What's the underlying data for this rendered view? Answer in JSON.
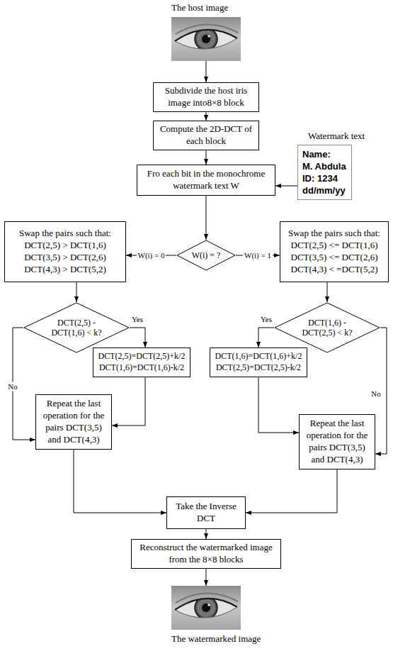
{
  "diagram": {
    "nodes": [
      {
        "text": [
          "The host image"
        ]
      },
      {
        "text": [
          "Subdivide the host iris image into8×8 block"
        ]
      },
      {
        "text": [
          "Compute the 2D-DCT of each block"
        ]
      },
      {
        "text": [
          "Watermark text",
          "Name:",
          "M. Abdula",
          "ID: 1234",
          "dd/mm/yy"
        ]
      },
      {
        "text": [
          "Fro each bit in the monochrome watermark text W"
        ]
      },
      {
        "text": [
          "Swap the pairs such that:",
          "DCT(2,5) > DCT(1,6)",
          "DCT(3,5) > DCT(2,6)",
          "DCT(4,3) > DCT(5,2)"
        ]
      },
      {
        "text": [
          "W(i) = ?"
        ]
      },
      {
        "text": [
          "Swap the pairs such that:",
          "DCT(2,5) <= DCT(1,6)",
          "DCT(3,5) <= DCT(2,6)",
          "DCT(4,3) < =DCT(5,2)"
        ]
      },
      {
        "text": [
          "DCT(2,5) - DCT(1,6) < k?"
        ]
      },
      {
        "text": [
          "DCT(1,6) - DCT(2,5) < k?"
        ]
      },
      {
        "text": [
          "DCT(2,5)=DCT(2,5)+k/2",
          "DCT(1,6)=DCT(1,6)-k/2"
        ]
      },
      {
        "text": [
          "DCT(1,6)=DCT(1,6)+k/2",
          "DCT(2,5)=DCT(2,5)-k/2"
        ]
      },
      {
        "text": [
          "Repeat the last operation for the pairs DCT(3,5) and DCT(4,3)"
        ]
      },
      {
        "text": [
          "Repeat the last operation for the pairs DCT(3,5) and DCT(4,3)"
        ]
      },
      {
        "text": [
          "Take the Inverse DCT"
        ]
      },
      {
        "text": [
          "Reconstruct the watermarked image from the 8×8 blocks"
        ]
      },
      {
        "text": [
          "The watermarked image"
        ]
      }
    ],
    "edges": [
      {
        "from": 0,
        "to": 1,
        "arrow": "to"
      },
      {
        "from": 1,
        "to": 2,
        "arrow": "to"
      },
      {
        "from": 2,
        "to": 4,
        "arrow": "to"
      },
      {
        "from": 3,
        "to": 4,
        "arrow": "to"
      },
      {
        "from": 4,
        "to": 6,
        "arrow": "to"
      },
      {
        "from": 6,
        "to": 5,
        "label": "W(i) = 0",
        "arrow": "to"
      },
      {
        "from": 6,
        "to": 7,
        "label": "W(i) = 1",
        "arrow": "to"
      },
      {
        "from": 5,
        "to": 8,
        "arrow": "to"
      },
      {
        "from": 7,
        "to": 9,
        "arrow": "to"
      },
      {
        "from": 8,
        "to": 10,
        "label": "Yes",
        "arrow": "to"
      },
      {
        "from": 8,
        "to": 12,
        "label": "No",
        "arrow": "to"
      },
      {
        "from": 9,
        "to": 11,
        "label": "Yes",
        "arrow": "to"
      },
      {
        "from": 9,
        "to": 13,
        "label": "No",
        "arrow": "to"
      },
      {
        "from": 10,
        "to": 12,
        "arrow": "to"
      },
      {
        "from": 11,
        "to": 13,
        "arrow": "to"
      },
      {
        "from": 12,
        "to": 14,
        "arrow": "to"
      },
      {
        "from": 13,
        "to": 14,
        "arrow": "to"
      },
      {
        "from": 14,
        "to": 15,
        "arrow": "to"
      },
      {
        "from": 15,
        "to": 16,
        "arrow": "to"
      }
    ]
  }
}
